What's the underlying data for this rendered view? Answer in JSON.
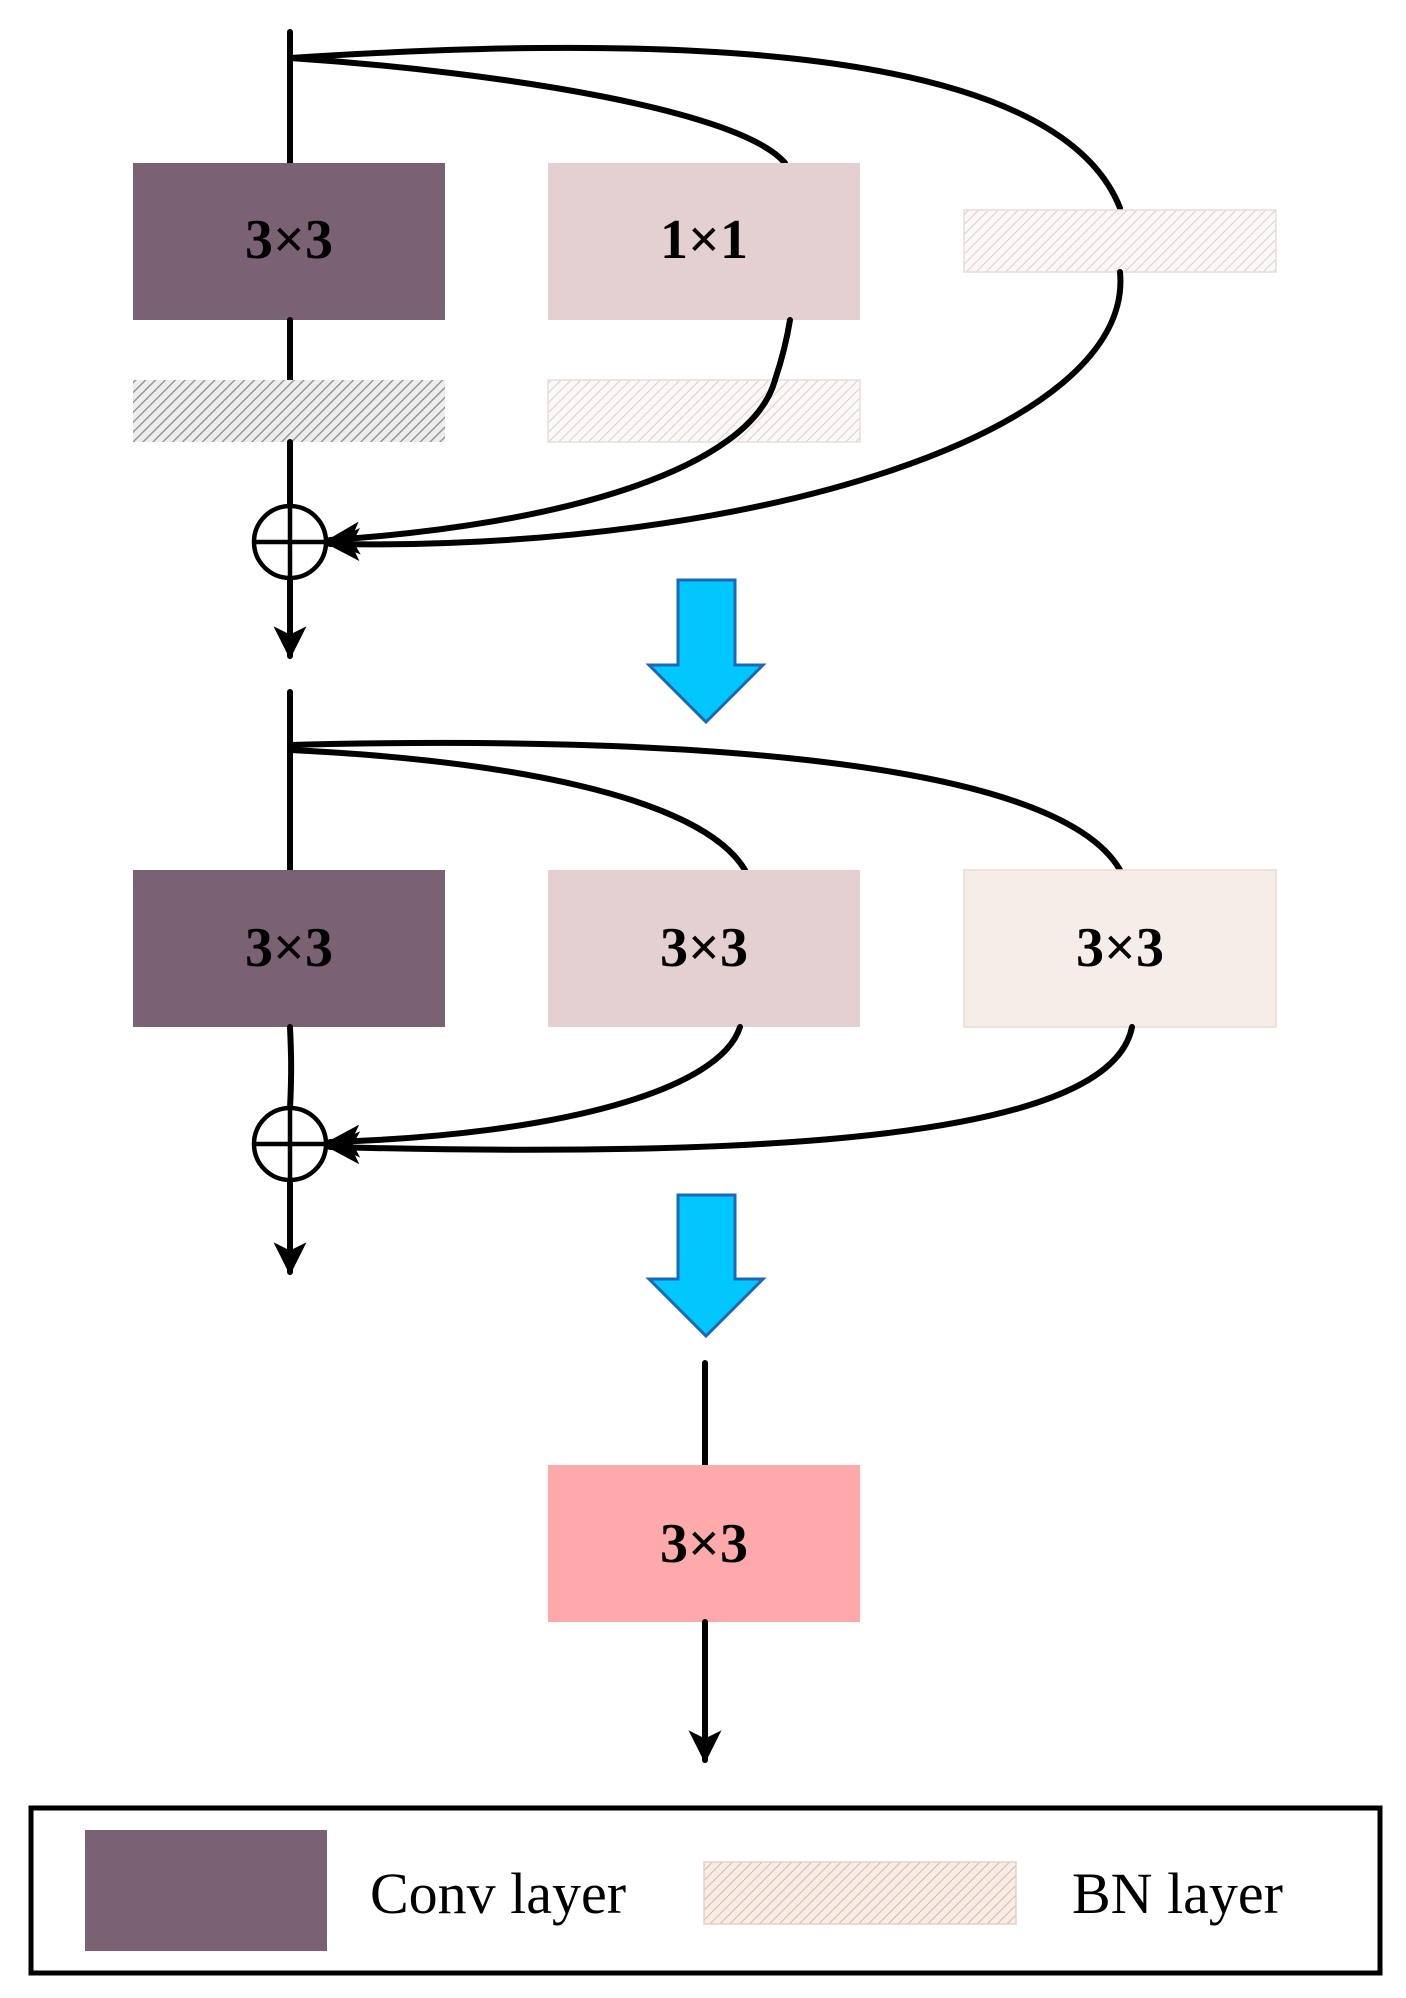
{
  "colors": {
    "conv_main": "#7a6274",
    "conv_branch": "#e4d0d0",
    "conv_identity": "#f6ede8",
    "conv_fused": "#ffaaaa",
    "bn_dark": "#b9b9b9",
    "bn_light": "#efe8e6",
    "arrow_fill": "#00c8ff",
    "arrow_stroke": "#1c67b8"
  },
  "stage1": {
    "conv_3x3_label": "3×3",
    "conv_1x1_label": "1×1"
  },
  "stage2": {
    "conv_a_label": "3×3",
    "conv_b_label": "3×3",
    "conv_c_label": "3×3"
  },
  "stage3": {
    "conv_label": "3×3"
  },
  "legend": {
    "conv_label": "Conv layer",
    "bn_label": "BN layer"
  }
}
